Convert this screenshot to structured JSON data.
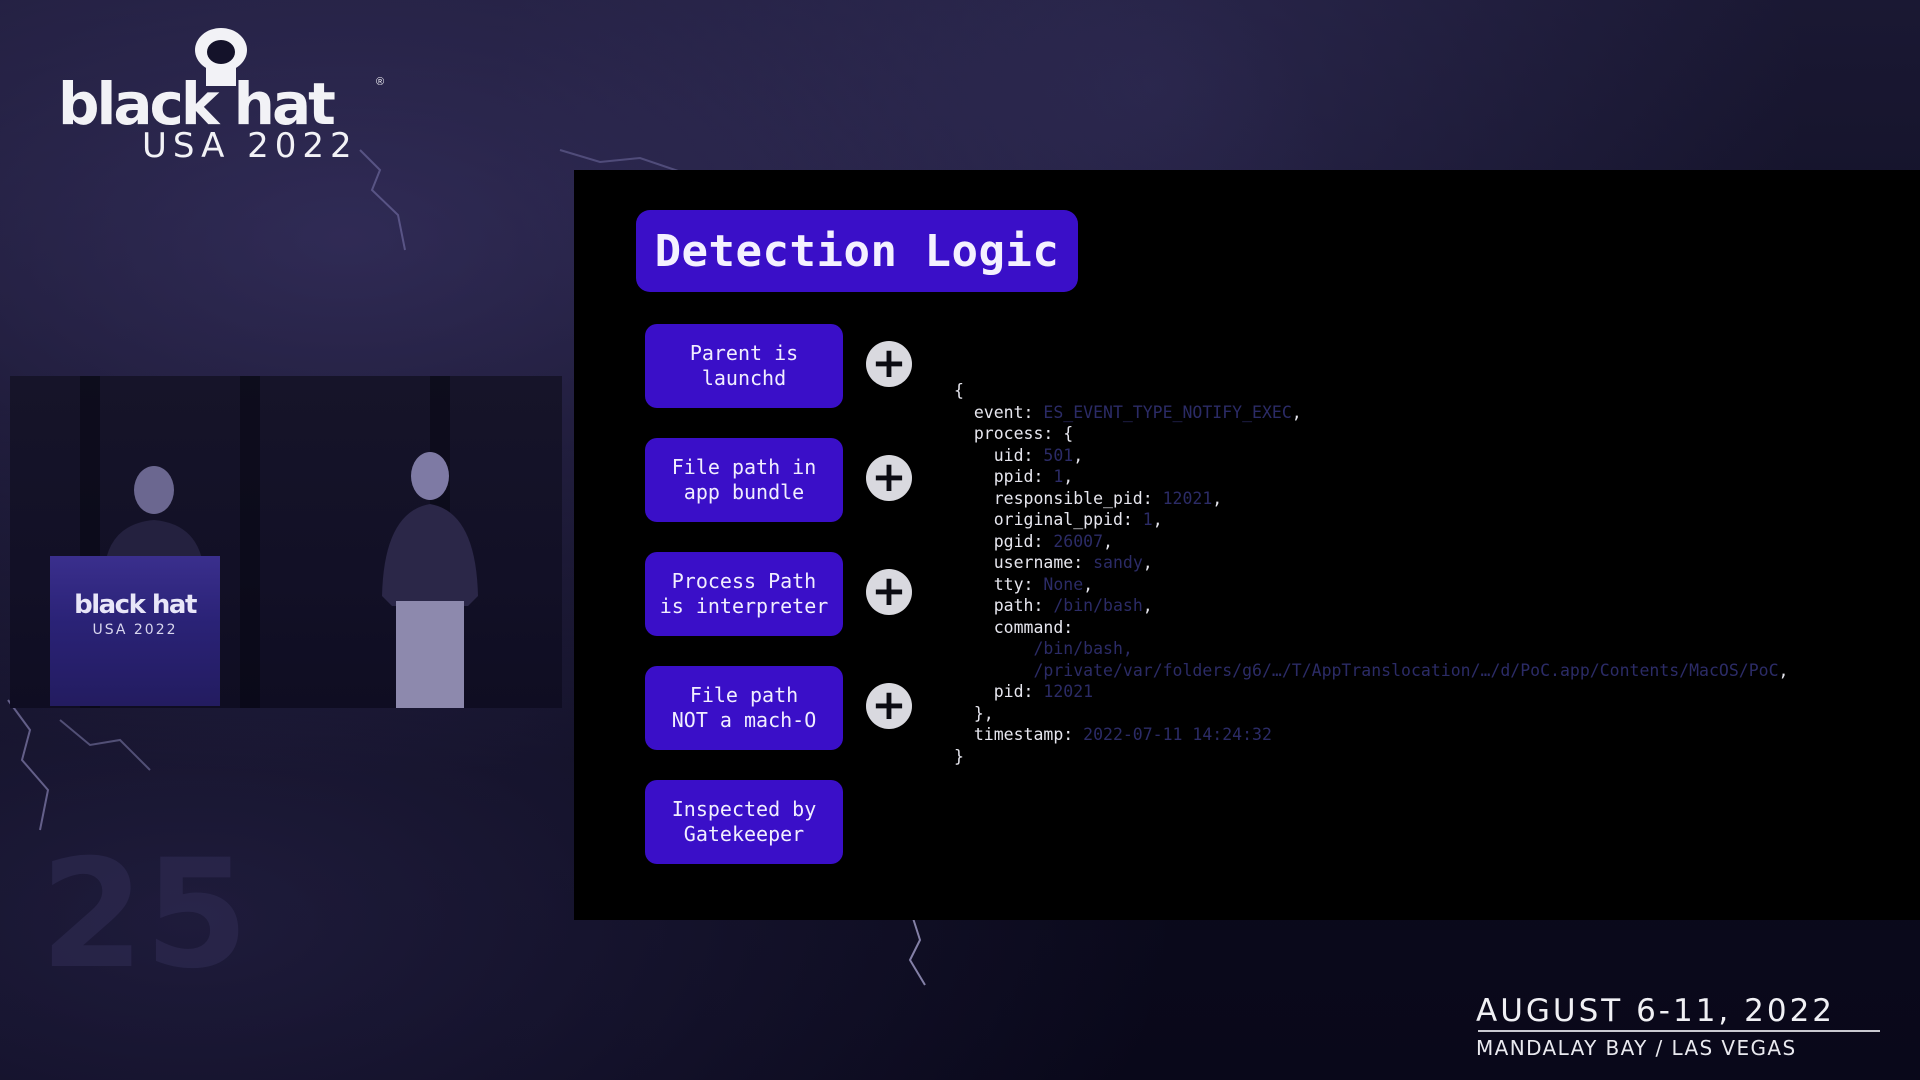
{
  "logo": {
    "brand": "black hat",
    "edition": "USA 2022"
  },
  "podium": {
    "brand": "black hat",
    "edition": "USA 2022"
  },
  "slide": {
    "title": "Detection Logic",
    "conditions": [
      "Parent is\nlaunchd",
      "File path in\napp bundle",
      "Process Path\nis interpreter",
      "File path\nNOT a mach-O",
      "Inspected by\nGatekeeper"
    ],
    "plus_symbol": "+",
    "code": {
      "open": "{",
      "event_key": "  event: ",
      "event_val": "ES_EVENT_TYPE_NOTIFY_EXEC",
      "process_key": "  process: {",
      "uid_key": "    uid: ",
      "uid_val": "501",
      "ppid_key": "    ppid: ",
      "ppid_val": "1",
      "responsible_pid_key": "    responsible_pid: ",
      "responsible_pid_val": "12021",
      "original_ppid_key": "    original_ppid: ",
      "original_ppid_val": "1",
      "pgid_key": "    pgid: ",
      "pgid_val": "26007",
      "username_key": "    username: ",
      "username_val": "sandy",
      "tty_key": "    tty: ",
      "tty_val": "None",
      "path_key": "    path: ",
      "path_val": "/bin/bash",
      "command_key": "    command:",
      "command_val1": "/bin/bash,",
      "command_val2": "/private/var/folders/g6/…/T/AppTranslocation/…/d/PoC.app/Contents/MacOS/PoC",
      "pid_key": "    pid: ",
      "pid_val": "12021",
      "process_close": "  },",
      "timestamp_key": "  timestamp: ",
      "timestamp_val": "2022-07-11 14:24:32",
      "close": "}"
    }
  },
  "event": {
    "dates": "AUGUST 6-11, 2022",
    "venue": "MANDALAY BAY / LAS VEGAS"
  },
  "colors": {
    "accent_purple": "#3a0fc8",
    "plus_circle": "#d9d9df",
    "background": "#0c0b1c"
  }
}
